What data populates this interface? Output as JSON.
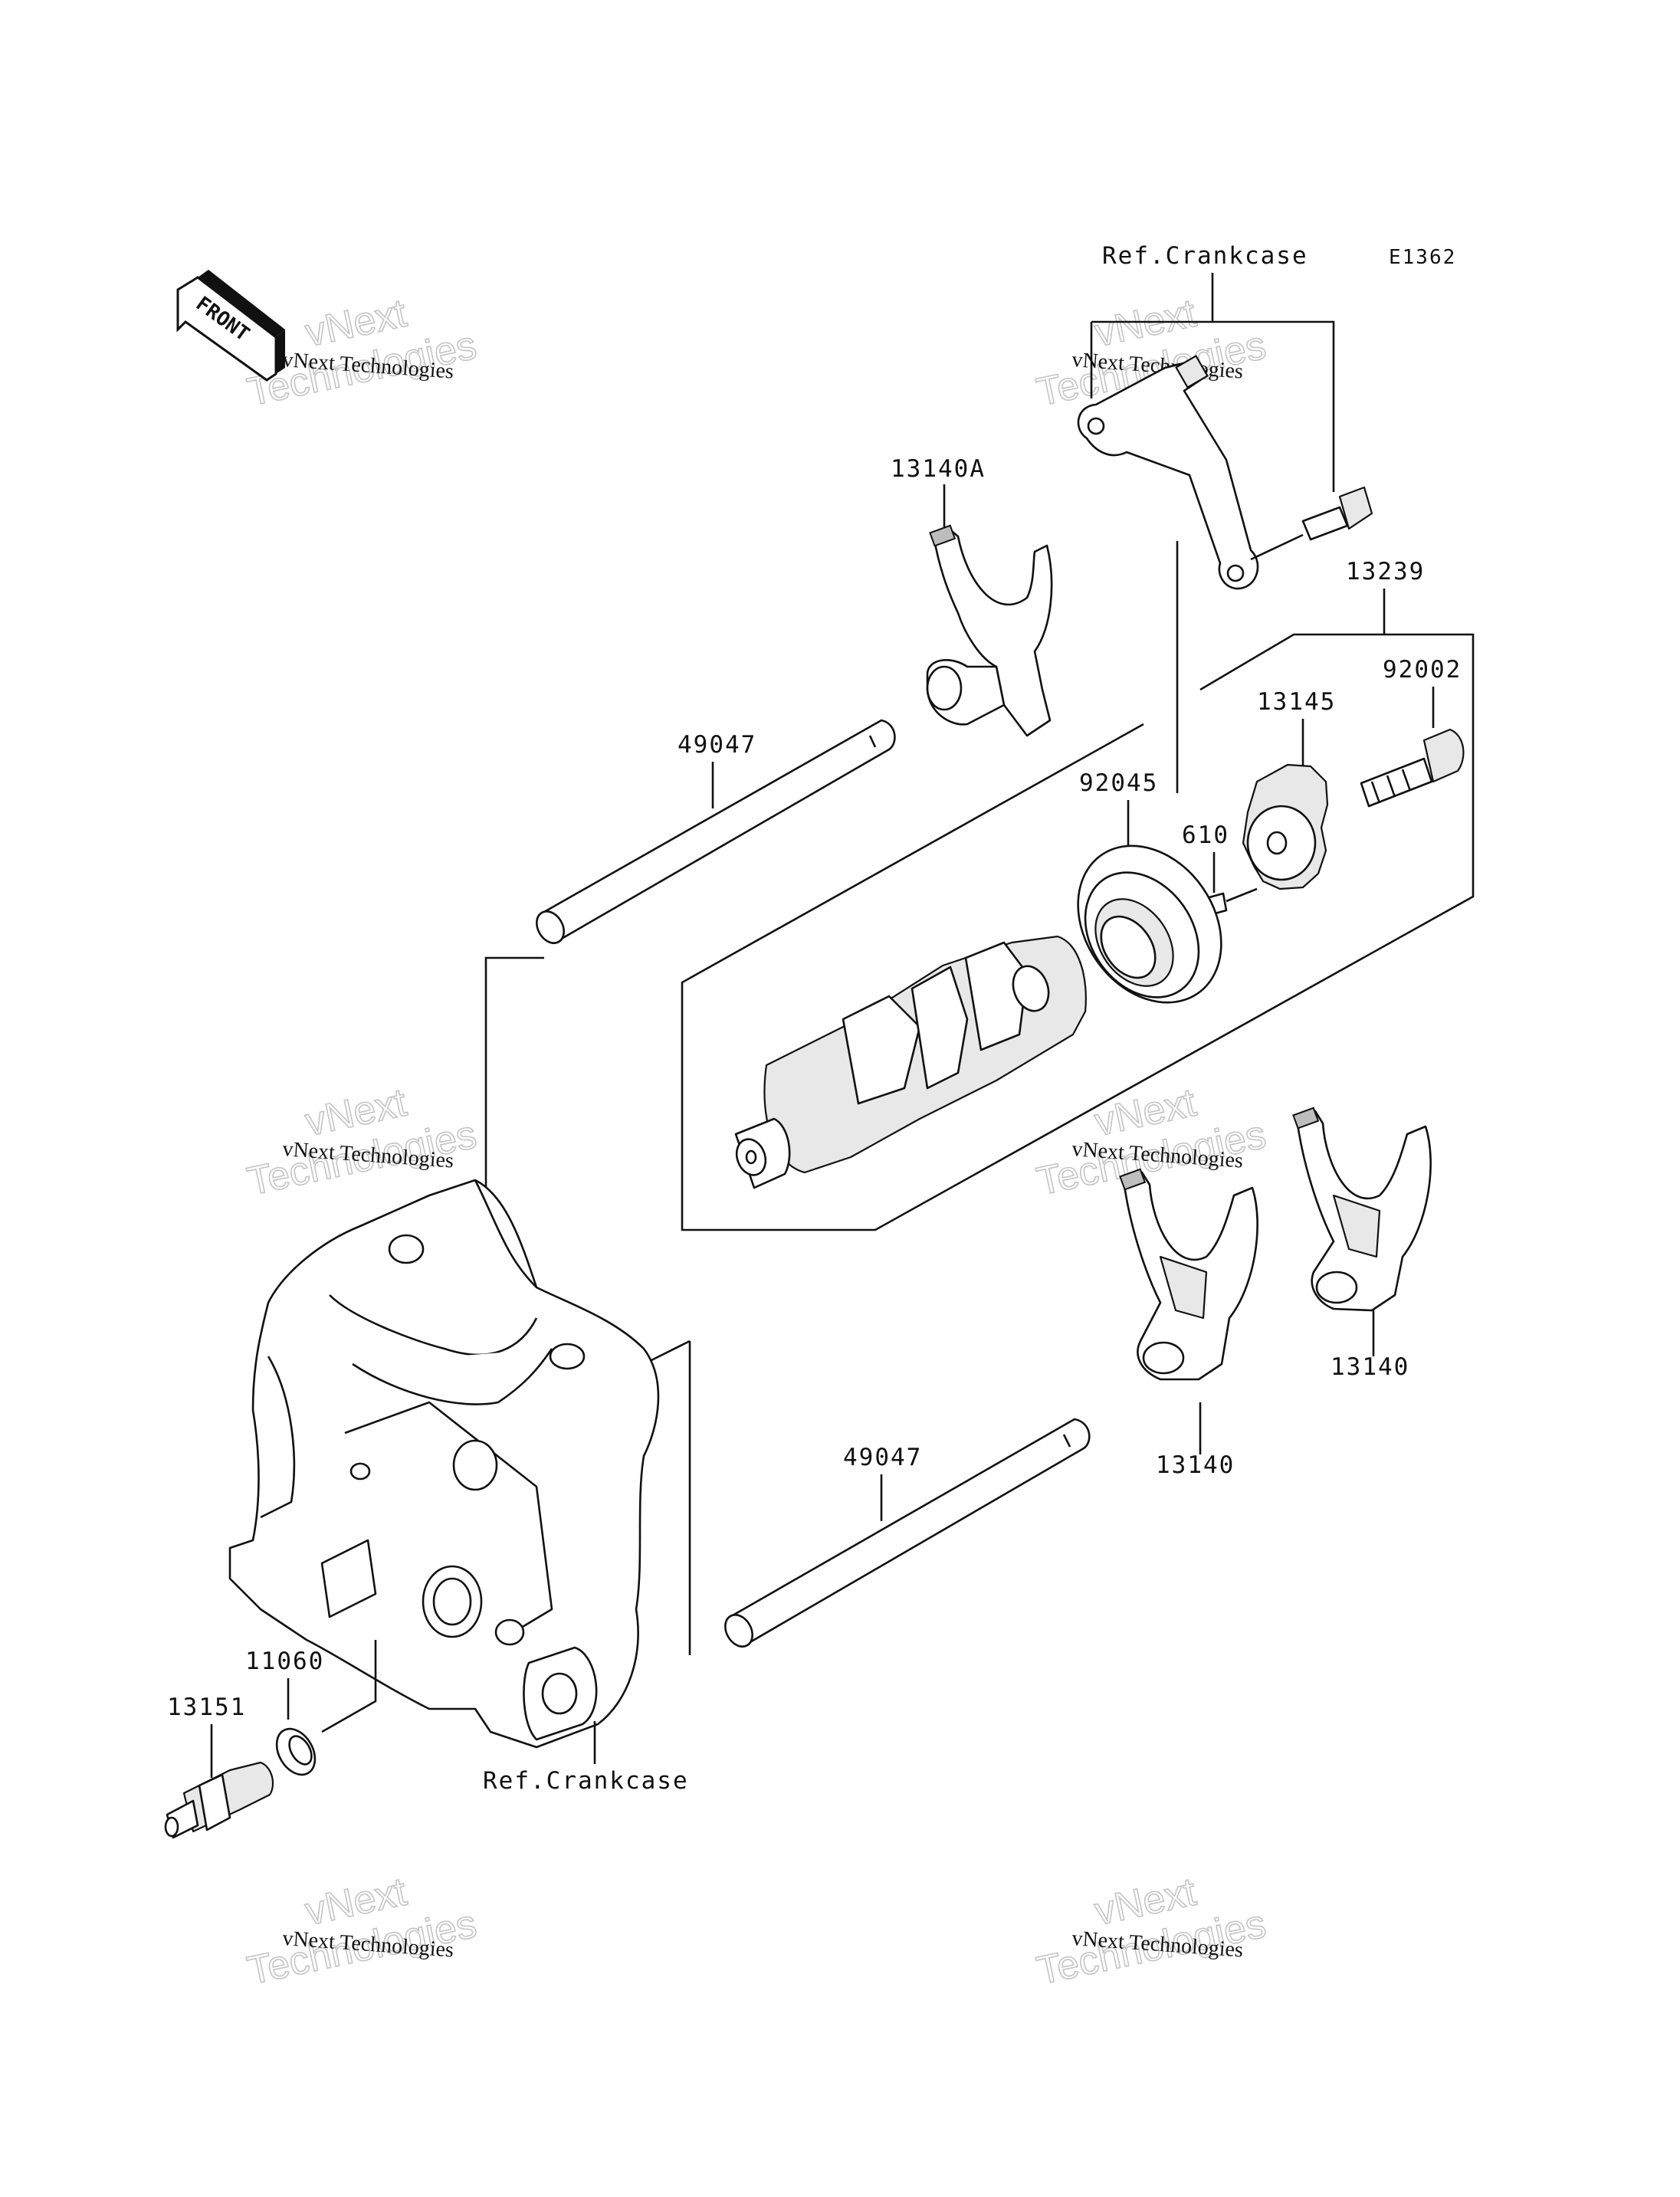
{
  "diagram_code": "E1362",
  "front_label": "FRONT",
  "parts": [
    {
      "id": "ref-crankcase-top",
      "label": "Ref.Crankcase"
    },
    {
      "id": "p13140A",
      "label": "13140A"
    },
    {
      "id": "p13239",
      "label": "13239"
    },
    {
      "id": "p92002",
      "label": "92002"
    },
    {
      "id": "p13145",
      "label": "13145"
    },
    {
      "id": "p49047-top",
      "label": "49047"
    },
    {
      "id": "p92045",
      "label": "92045"
    },
    {
      "id": "p610",
      "label": "610"
    },
    {
      "id": "p13140-right",
      "label": "13140"
    },
    {
      "id": "p13140-mid",
      "label": "13140"
    },
    {
      "id": "p49047-bottom",
      "label": "49047"
    },
    {
      "id": "p11060",
      "label": "11060"
    },
    {
      "id": "p13151",
      "label": "13151"
    },
    {
      "id": "ref-crankcase-bottom",
      "label": "Ref.Crankcase"
    }
  ],
  "watermark": {
    "line1": "vNext",
    "line2": "Technologies",
    "caption": "vNext Technologies"
  },
  "colors": {
    "line": "#111111",
    "watermark": "#c4c4c4",
    "fill_shade": "#e8e8e8"
  }
}
